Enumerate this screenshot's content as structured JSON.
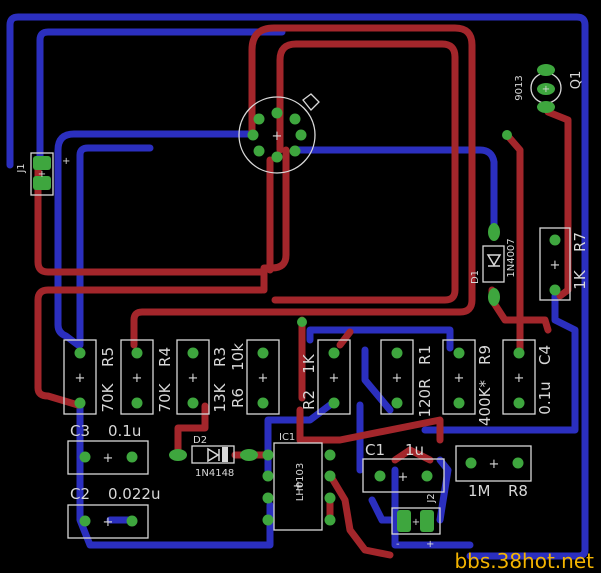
{
  "watermark": "bbs.38hot.net",
  "colors": {
    "background": "#000000",
    "top_trace": "#a3262b",
    "bottom_trace": "#2b2fbf",
    "pad": "#3ea63e",
    "pad_hole": "#7fe07f",
    "silkscreen": "#d8d8d8",
    "watermark": "#f4b400"
  },
  "components": {
    "J1": {
      "ref": "J1",
      "plus": "+"
    },
    "Q1": {
      "ref": "Q1",
      "part": "9013"
    },
    "D1": {
      "ref": "D1",
      "part": "1N4007"
    },
    "R7": {
      "ref": "R7",
      "value": "1K"
    },
    "R5": {
      "ref": "R5",
      "value": "70K"
    },
    "R4": {
      "ref": "R4",
      "value": "70K"
    },
    "R3": {
      "ref": "R3",
      "value": "13K"
    },
    "R6": {
      "ref": "R6",
      "value": "10k"
    },
    "R2": {
      "ref": "R2",
      "value": "1K"
    },
    "R1": {
      "ref": "R1",
      "value": "120R"
    },
    "R9": {
      "ref": "R9",
      "value": "400K*"
    },
    "C4": {
      "ref": "C4",
      "value": "0.1u"
    },
    "C3": {
      "ref": "C3",
      "value": "0.1u"
    },
    "C2": {
      "ref": "C2",
      "value": "0.022u"
    },
    "D2": {
      "ref": "D2",
      "part": "1N4148"
    },
    "IC1": {
      "ref": "IC1",
      "part": "LH0103"
    },
    "C1": {
      "ref": "C1",
      "value": "1u"
    },
    "J2": {
      "ref": "J2",
      "plus": "+",
      "minus": "-"
    },
    "R8": {
      "ref": "R8",
      "value": "1M"
    }
  },
  "symbols": {
    "plus": "+"
  }
}
